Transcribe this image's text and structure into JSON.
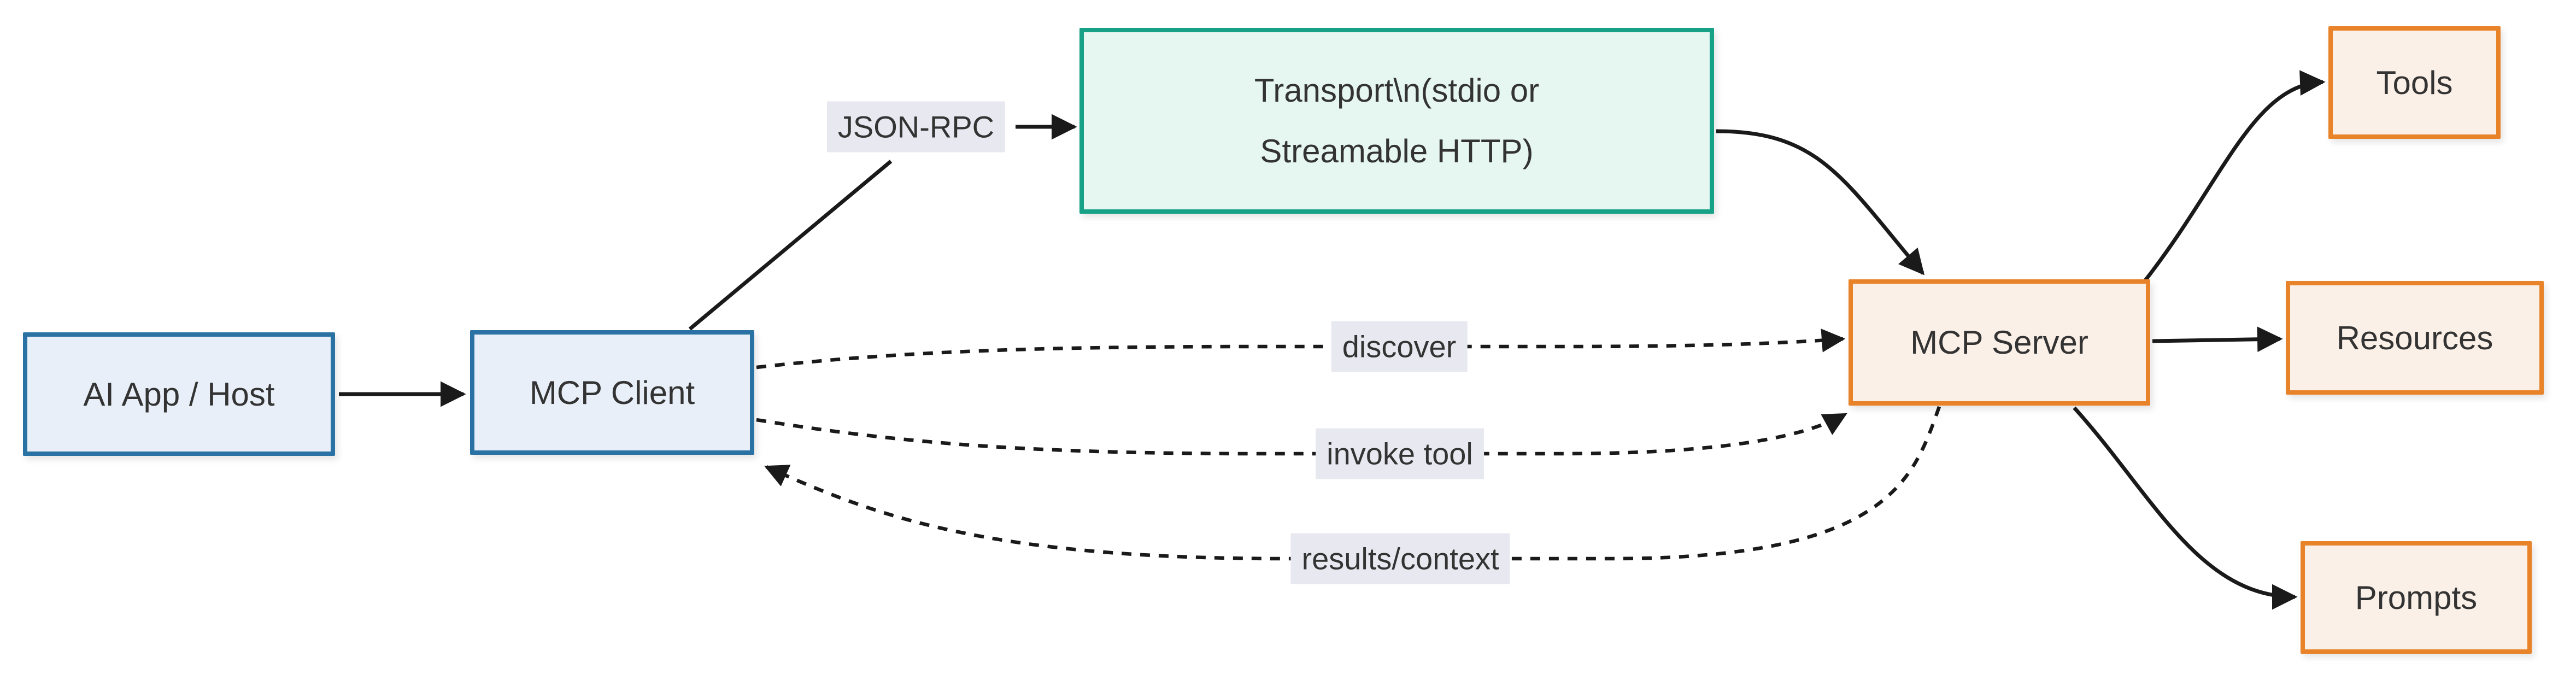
{
  "diagram": {
    "type": "flowchart",
    "background": "#ffffff",
    "colors": {
      "blue_border": "#2a72a3",
      "blue_fill": "#e8eff8",
      "teal_border": "#17a287",
      "teal_fill": "#e6f6f1",
      "orange_border": "#e8832a",
      "orange_fill": "#fbf0e7",
      "edge_label_bg": "#e8e8f0",
      "text": "#333333",
      "line": "#1a1a1a"
    },
    "nodes": {
      "ai_host": {
        "label": "AI App / Host",
        "style": "blue"
      },
      "mcp_client": {
        "label": "MCP Client",
        "style": "blue"
      },
      "transport": {
        "line1": "Transport\\n(stdio or",
        "line2": "Streamable HTTP)",
        "style": "teal"
      },
      "mcp_server": {
        "label": "MCP Server",
        "style": "orange"
      },
      "tools": {
        "label": "Tools",
        "style": "orange"
      },
      "resources": {
        "label": "Resources",
        "style": "orange"
      },
      "prompts": {
        "label": "Prompts",
        "style": "orange"
      }
    },
    "edge_labels": {
      "json_rpc": "JSON-RPC",
      "discover": "discover",
      "invoke_tool": "invoke tool",
      "results_context": "results/context"
    },
    "edges": [
      {
        "from": "ai_host",
        "to": "mcp_client",
        "style": "solid-arrow",
        "label": ""
      },
      {
        "from": "mcp_client",
        "to": "transport",
        "style": "solid-arrow",
        "label": "JSON-RPC"
      },
      {
        "from": "transport",
        "to": "mcp_server",
        "style": "solid-arrow",
        "label": ""
      },
      {
        "from": "mcp_client",
        "to": "mcp_server",
        "style": "dotted-arrow",
        "label": "discover"
      },
      {
        "from": "mcp_client",
        "to": "mcp_server",
        "style": "dotted-arrow",
        "label": "invoke tool"
      },
      {
        "from": "mcp_server",
        "to": "mcp_client",
        "style": "dotted-arrow",
        "label": "results/context"
      },
      {
        "from": "mcp_server",
        "to": "tools",
        "style": "solid-arrow",
        "label": ""
      },
      {
        "from": "mcp_server",
        "to": "resources",
        "style": "solid-arrow",
        "label": ""
      },
      {
        "from": "mcp_server",
        "to": "prompts",
        "style": "solid-arrow",
        "label": ""
      }
    ]
  }
}
